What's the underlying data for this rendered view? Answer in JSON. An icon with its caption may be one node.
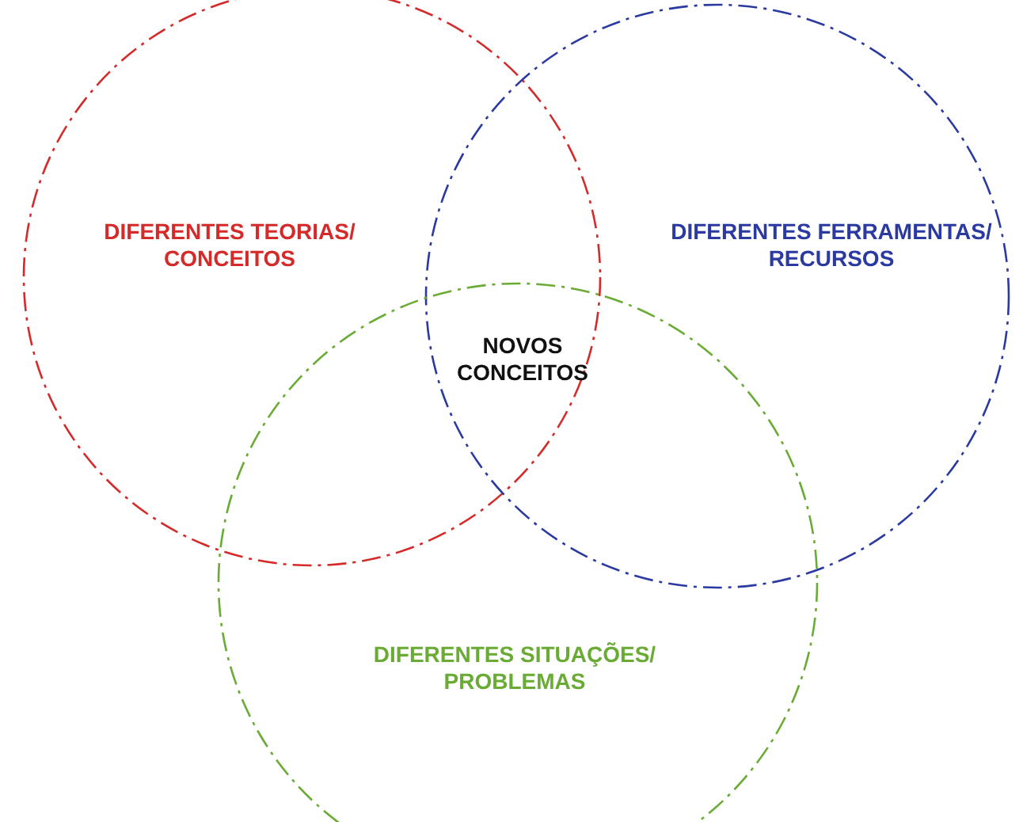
{
  "diagram": {
    "nodes": [
      {
        "text": [
          "DIFERENTES TEORIAS/ CONCEITOS"
        ]
      },
      {
        "text": [
          "DIFERENTES FERRAMENTAS/ RECURSOS"
        ]
      },
      {
        "text": [
          "DIFERENTES SITUAÇÕES/ PROBLEMAS"
        ]
      }
    ],
    "edges": [],
    "labels": [
      "NOVOS CONCEITOS"
    ]
  }
}
